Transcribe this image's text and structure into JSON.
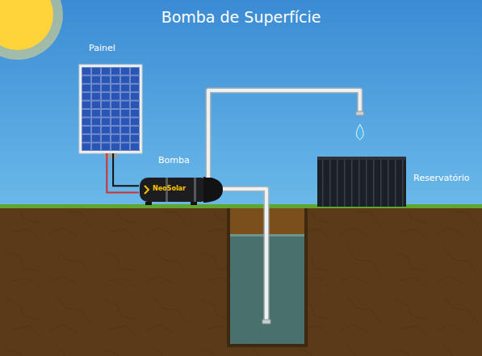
{
  "diagram": {
    "title": "Bomba de Superfície",
    "nodes": [
      {
        "text": [
          "Painel"
        ]
      },
      {
        "text": [
          "Bomba",
          "NeoSolar"
        ]
      },
      {
        "text": [
          "Reservatório"
        ]
      }
    ],
    "edges": [
      {
        "from": 0,
        "to": 1,
        "arrow": "none"
      },
      {
        "from": 1,
        "to": 2,
        "arrow": "none"
      }
    ]
  }
}
